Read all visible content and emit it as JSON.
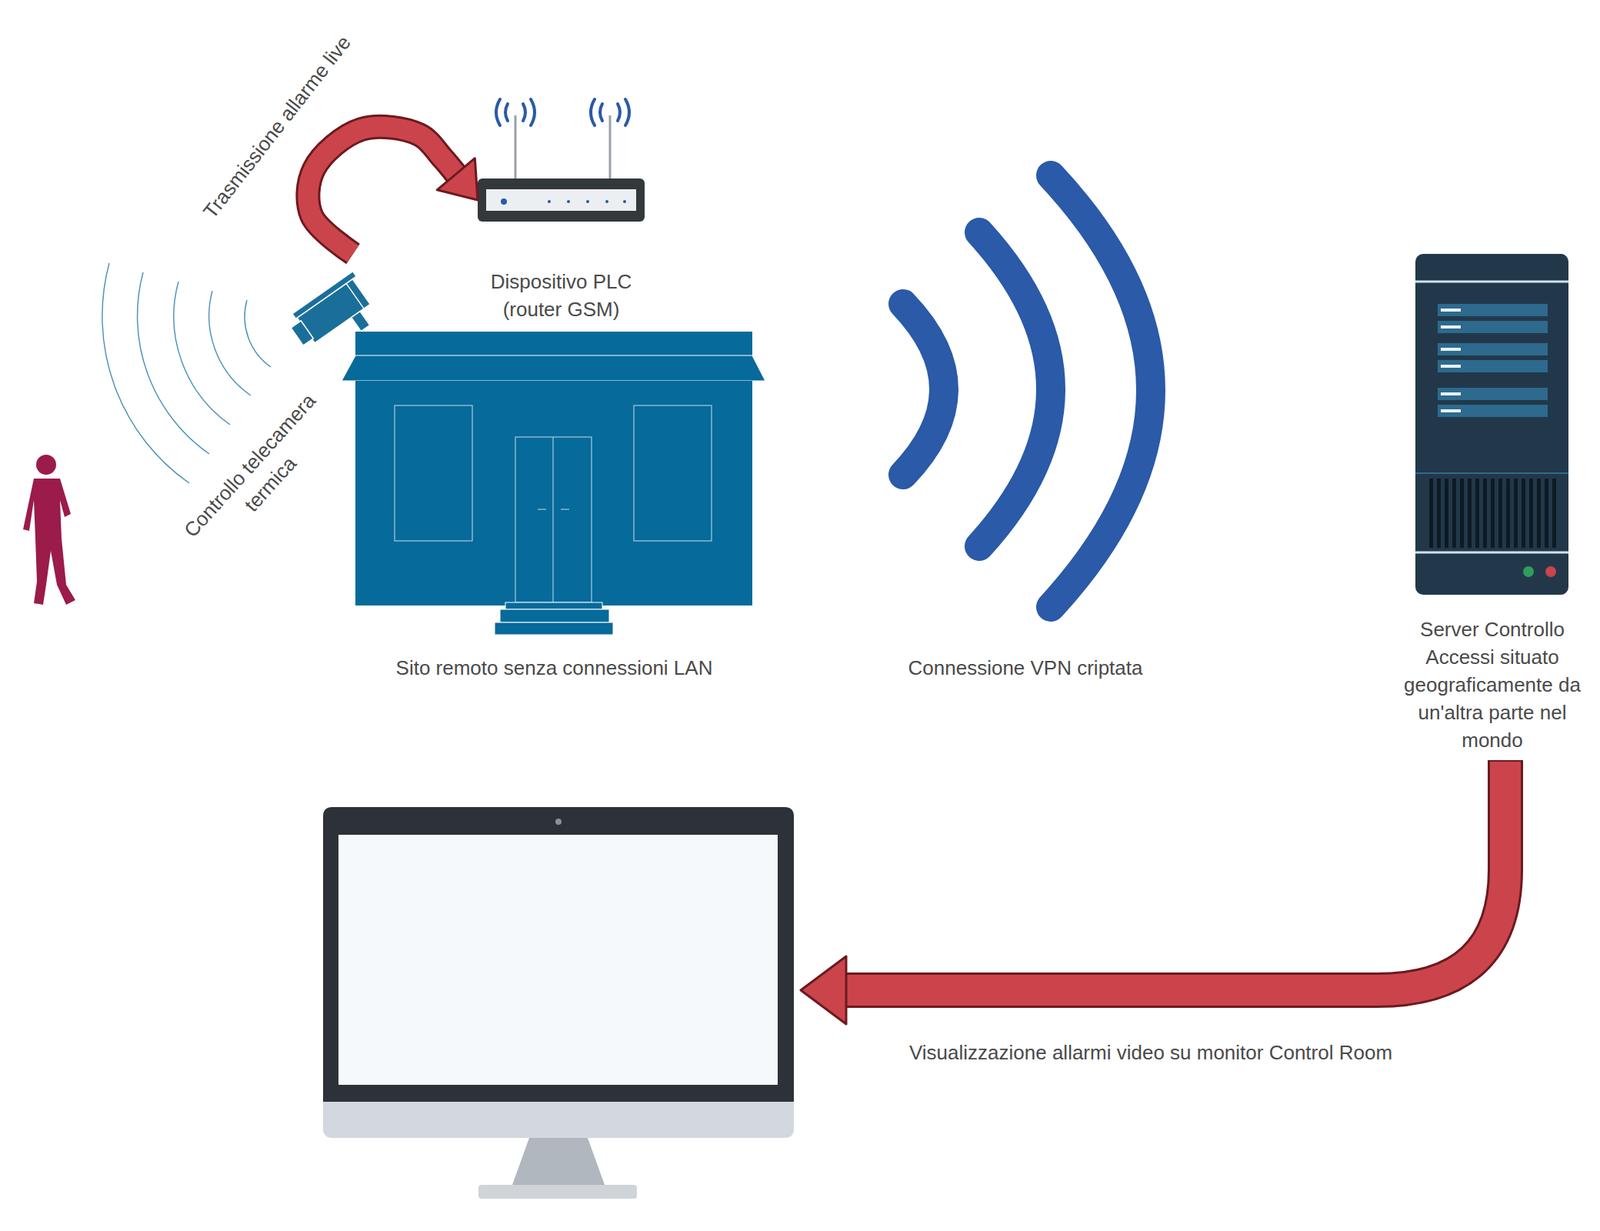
{
  "diagram": {
    "nodes": [
      {
        "text": [
          "Dispositivo PLC (router GSM)"
        ]
      },
      {
        "text": [
          "Controllo telecamera termica"
        ]
      },
      {
        "text": [
          "Sito remoto senza connessioni LAN"
        ]
      },
      {
        "text": [
          "Server Controllo Accessi situato geograficamente da un'altra parte nel mondo"
        ]
      }
    ],
    "edges": [
      {
        "from": 1,
        "to": 0,
        "arrow": "to",
        "label": "Trasmissione allarme live"
      }
    ],
    "labels": [
      "Connessione VPN criptata",
      "Visualizzazione allarmi video su monitor Control Room"
    ]
  }
}
